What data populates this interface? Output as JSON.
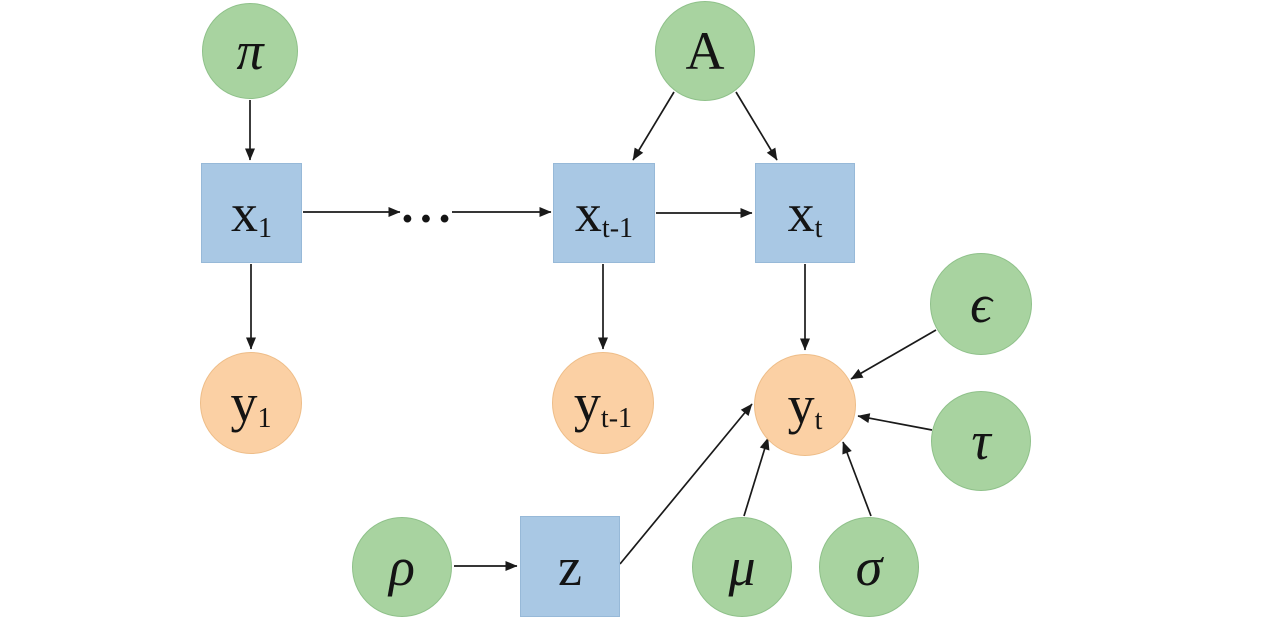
{
  "figure": {
    "background": "#ffffff",
    "ellipsis": "...",
    "colors": {
      "parameter_fill": "#a8d3a0",
      "state_fill": "#a9c8e4",
      "observation_fill": "#fbd0a4",
      "edge": "#1a1a1a"
    },
    "nodes": [
      {
        "id": "pi",
        "main": "π",
        "sub": "",
        "shape": "circle",
        "role": "parameter"
      },
      {
        "id": "A",
        "main": "A",
        "sub": "",
        "shape": "circle",
        "role": "parameter"
      },
      {
        "id": "x1",
        "main": "x",
        "sub": "1",
        "shape": "square",
        "role": "state"
      },
      {
        "id": "xt-1",
        "main": "x",
        "sub": "t-1",
        "shape": "square",
        "role": "state"
      },
      {
        "id": "xt",
        "main": "x",
        "sub": "t",
        "shape": "square",
        "role": "state"
      },
      {
        "id": "y1",
        "main": "y",
        "sub": "1",
        "shape": "circle",
        "role": "observation"
      },
      {
        "id": "yt-1",
        "main": "y",
        "sub": "t-1",
        "shape": "circle",
        "role": "observation"
      },
      {
        "id": "yt",
        "main": "y",
        "sub": "t",
        "shape": "circle",
        "role": "observation"
      },
      {
        "id": "epsilon",
        "main": "ϵ",
        "sub": "",
        "shape": "circle",
        "role": "parameter"
      },
      {
        "id": "tau",
        "main": "τ",
        "sub": "",
        "shape": "circle",
        "role": "parameter"
      },
      {
        "id": "rho",
        "main": "ρ",
        "sub": "",
        "shape": "circle",
        "role": "parameter"
      },
      {
        "id": "z",
        "main": "z",
        "sub": "",
        "shape": "square",
        "role": "state"
      },
      {
        "id": "mu",
        "main": "μ",
        "sub": "",
        "shape": "circle",
        "role": "parameter"
      },
      {
        "id": "sigma",
        "main": "σ",
        "sub": "",
        "shape": "circle",
        "role": "parameter"
      }
    ],
    "edges": [
      {
        "from": "pi",
        "to": "x1"
      },
      {
        "from": "x1",
        "to": "ellipsis"
      },
      {
        "from": "ellipsis",
        "to": "xt-1"
      },
      {
        "from": "A",
        "to": "xt-1"
      },
      {
        "from": "A",
        "to": "xt"
      },
      {
        "from": "xt-1",
        "to": "xt"
      },
      {
        "from": "x1",
        "to": "y1"
      },
      {
        "from": "xt-1",
        "to": "yt-1"
      },
      {
        "from": "xt",
        "to": "yt"
      },
      {
        "from": "epsilon",
        "to": "yt"
      },
      {
        "from": "tau",
        "to": "yt"
      },
      {
        "from": "rho",
        "to": "z"
      },
      {
        "from": "z",
        "to": "yt"
      },
      {
        "from": "mu",
        "to": "yt"
      },
      {
        "from": "sigma",
        "to": "yt"
      }
    ]
  }
}
